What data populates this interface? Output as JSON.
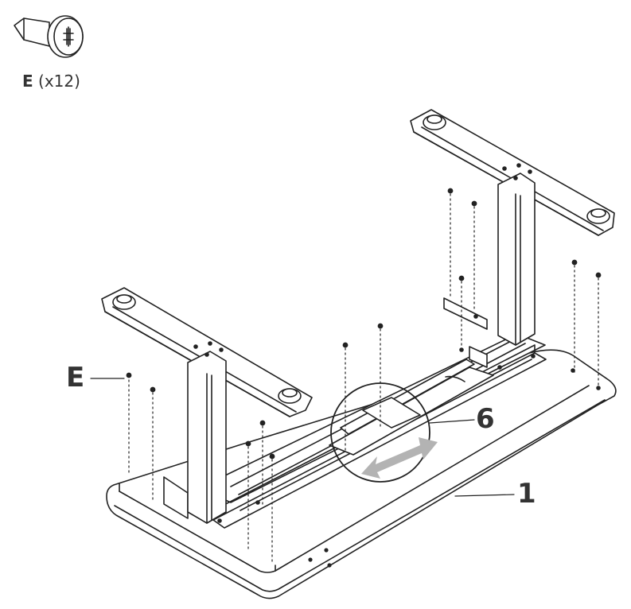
{
  "legend": {
    "part_letter": "E",
    "quantity": "(x12)"
  },
  "callouts": {
    "screw": "E",
    "crossbar": "6",
    "tabletop": "1"
  },
  "colors": {
    "line": "#222222",
    "fill": "#ffffff",
    "arrow": "#b3b3b3",
    "label": "#333333"
  },
  "icons": {
    "screw": "screw-icon",
    "adjust": "double-arrow-icon"
  }
}
